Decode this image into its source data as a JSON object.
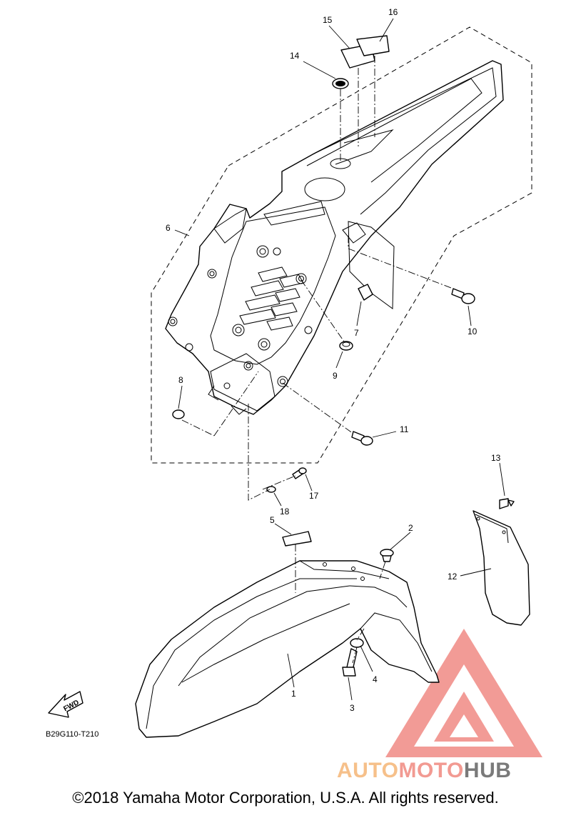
{
  "diagram": {
    "code": "B29G110-T210",
    "fwd_label": "FWD",
    "callouts": [
      "1",
      "2",
      "3",
      "4",
      "5",
      "6",
      "7",
      "8",
      "9",
      "10",
      "11",
      "12",
      "13",
      "14",
      "15",
      "16",
      "17",
      "18"
    ]
  },
  "watermark": {
    "part1": "AUTO",
    "part2": "MOTO",
    "part3": "HUB",
    "color_auto": "#f6c08a",
    "color_moto": "#f29a92",
    "color_hub": "#7a7a7a",
    "logo_color": "#f08a84"
  },
  "footer": {
    "copyright": "©2018 Yamaha Motor Corporation, U.S.A. All rights reserved."
  }
}
